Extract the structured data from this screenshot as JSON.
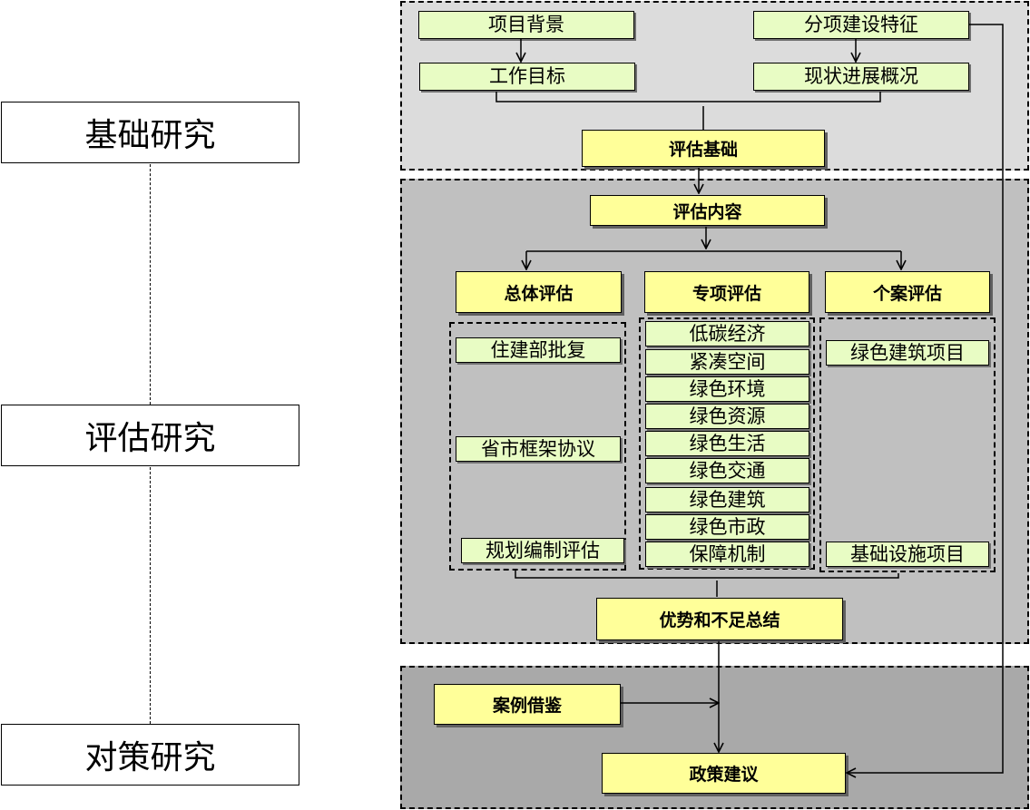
{
  "stages": [
    "基础研究",
    "评估研究",
    "对策研究"
  ],
  "basis": {
    "background": "项目背景",
    "goal": "工作目标",
    "features": "分项建设特征",
    "status": "现状进展概况",
    "foundation": "评估基础"
  },
  "content": {
    "title": "评估内容",
    "overall": {
      "title": "总体评估",
      "items": [
        "住建部批复",
        "省市框架协议",
        "规划编制评估"
      ]
    },
    "special": {
      "title": "专项评估",
      "items": [
        "低碳经济",
        "紧凑空间",
        "绿色环境",
        "绿色资源",
        "绿色生活",
        "绿色交通",
        "绿色建筑",
        "绿色市政",
        "保障机制"
      ]
    },
    "case": {
      "title": "个案评估",
      "items": [
        "绿色建筑项目",
        "基础设施项目"
      ]
    },
    "summary": "优势和不足总结"
  },
  "strategy": {
    "cases": "案例借鉴",
    "advice": "政策建议"
  }
}
